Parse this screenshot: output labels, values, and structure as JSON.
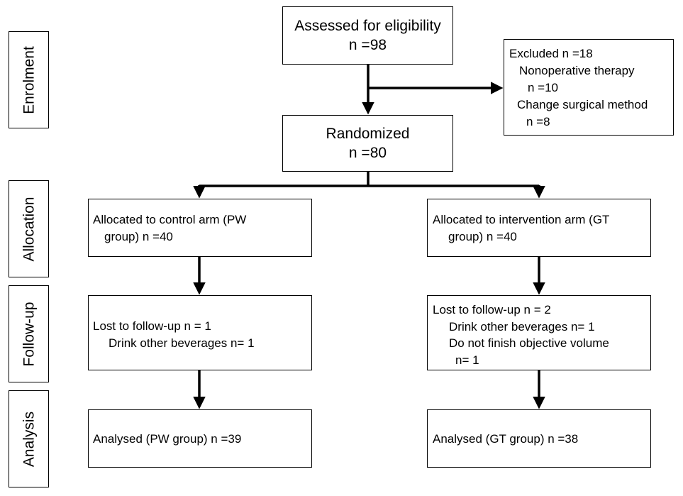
{
  "stages": {
    "enrolment": "Enrolment",
    "allocation": "Allocation",
    "follow_up": "Follow-up",
    "analysis": "Analysis"
  },
  "assessed": {
    "title": "Assessed for eligibility",
    "count": "n =98"
  },
  "excluded": {
    "title": "Excluded n =18",
    "reason_1": "Nonoperative therapy",
    "reason_1_count": "n =10",
    "reason_2": "Change surgical method",
    "reason_2_count": "n =8"
  },
  "randomized": {
    "title": "Randomized",
    "count": "n =80"
  },
  "control_arm": {
    "allocated_line_1": "Allocated to control arm (PW",
    "allocated_line_2": "group) n =40",
    "lost_title": "Lost to follow-up n = 1",
    "lost_reason_1": "Drink other beverages n= 1",
    "analysed": "Analysed  (PW group) n =39"
  },
  "intervention_arm": {
    "allocated_line_1": "Allocated to intervention arm (GT",
    "allocated_line_2": "group) n =40",
    "lost_title": "Lost to follow-up n = 2",
    "lost_reason_1": "Drink other beverages n= 1",
    "lost_reason_2": "Do not finish objective volume",
    "lost_reason_2_count": "n= 1",
    "analysed": "Analysed (GT group) n =38"
  },
  "colors": {
    "stroke": "#000000",
    "background": "#ffffff"
  }
}
